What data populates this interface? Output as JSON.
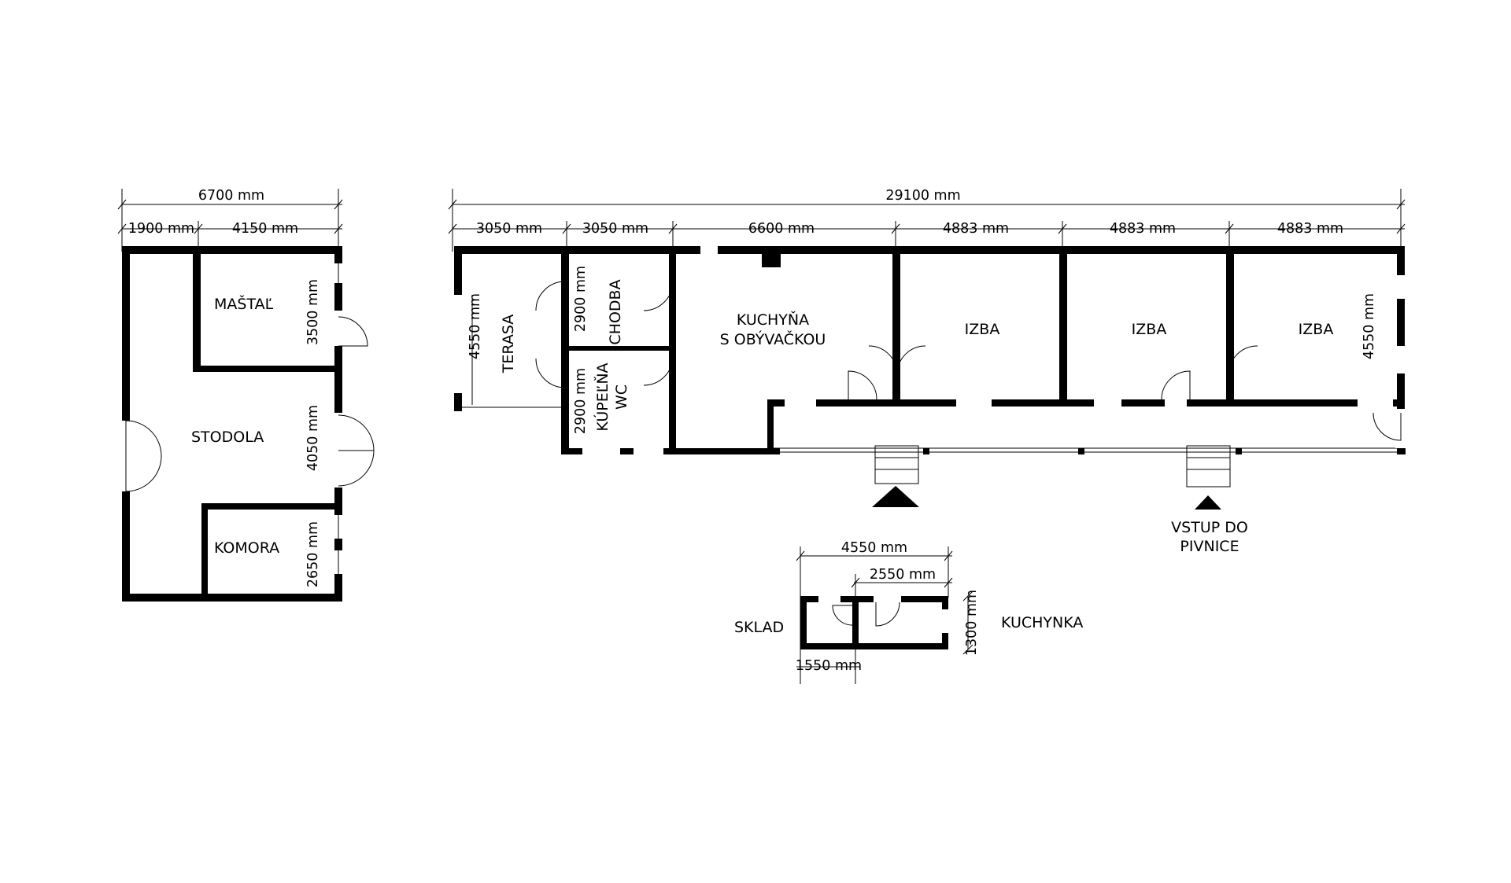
{
  "buildings": {
    "barn": {
      "dims": {
        "total": "6700 mm",
        "left": "1900 mm",
        "right": "4150 mm",
        "mastal": "3500 mm",
        "stodola": "4050 mm",
        "komora": "2650 mm"
      },
      "rooms": {
        "mastal": "MAŠTAĽ",
        "stodola": "STODOLA",
        "komora": "KOMORA"
      }
    },
    "house": {
      "dims": {
        "total": "29100 mm",
        "terasa": "3050 mm",
        "chodba": "3050 mm",
        "kuchyna": "6600 mm",
        "izba1": "4883 mm",
        "izba2": "4883 mm",
        "izba3": "4883 mm",
        "terasa_h": "4550 mm",
        "chodba_h": "2900 mm",
        "kupelna_h": "2900 mm",
        "izba_h": "4550 mm"
      },
      "rooms": {
        "terasa": "TERASA",
        "chodba": "CHODBA",
        "kupelna_l1": "KÚPEĽŇA",
        "kupelna_l2": "WC",
        "kuchyna_l1": "KUCHYŇA",
        "kuchyna_l2": "S OBÝVAČKOU",
        "izba1": "IZBA",
        "izba2": "IZBA",
        "izba3": "IZBA"
      },
      "cellar_l1": "VSTUP DO",
      "cellar_l2": "PIVNICE"
    },
    "shed": {
      "dims": {
        "total": "4550 mm",
        "right": "2550 mm",
        "left": "1550 mm",
        "height": "1300 mm"
      },
      "rooms": {
        "sklad": "SKLAD",
        "kuchynka": "KUCHYNKA"
      }
    }
  }
}
